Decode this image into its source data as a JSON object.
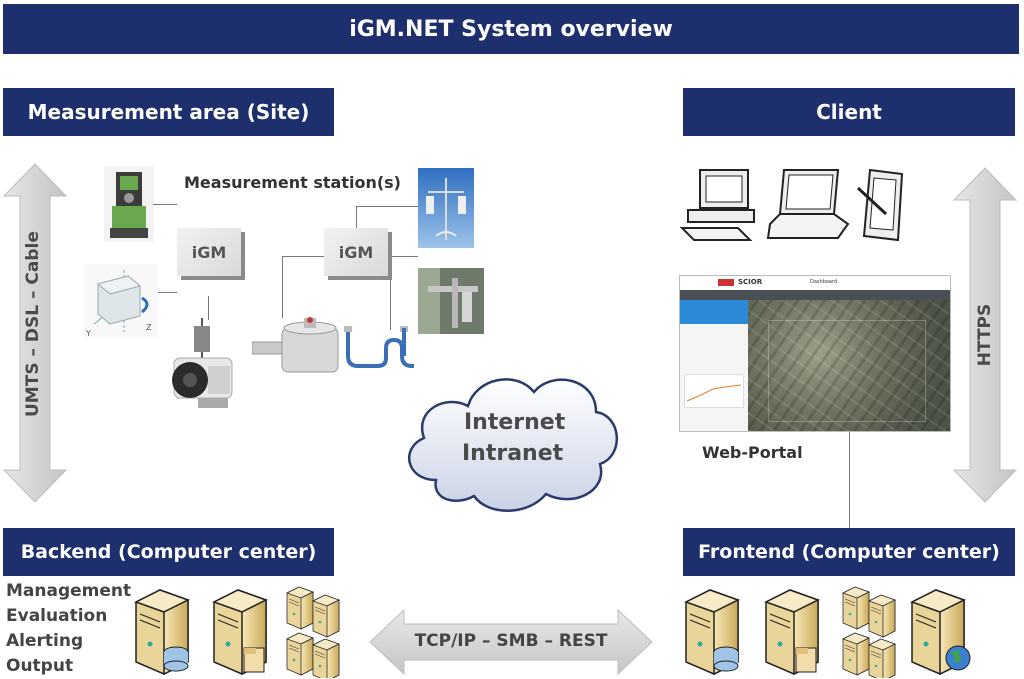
{
  "title": "iGM.NET System overview",
  "sections": {
    "site": "Measurement area (Site)",
    "client": "Client",
    "backend": "Backend (Computer center)",
    "frontend": "Frontend (Computer center)"
  },
  "station_label": "Measurement station(s)",
  "igm_label": "iGM",
  "left_link": "UMTS – DSL – Cable",
  "right_link": "HTTPS",
  "cloud": {
    "line1": "Internet",
    "line2": "Intranet"
  },
  "web_portal": "Web-Portal",
  "portal_ui": {
    "brand": "SCIOR",
    "status": "Dashboard"
  },
  "backend_tasks": [
    "Management",
    "Evaluation",
    "Alerting",
    "Output"
  ],
  "protocols": "TCP/IP – SMB – REST",
  "colors": {
    "banner": "#1e2f6e",
    "arrow": "#d6d6d6"
  }
}
